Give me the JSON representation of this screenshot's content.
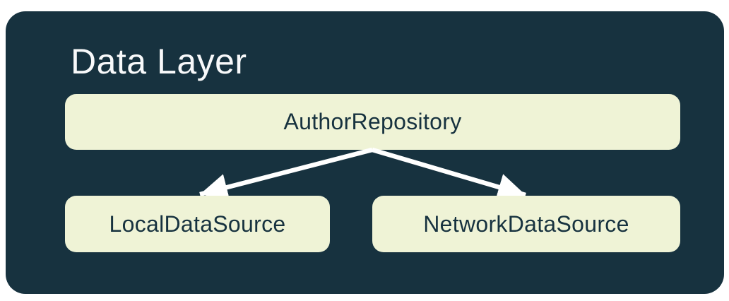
{
  "diagram": {
    "title": "Data Layer",
    "nodes": {
      "repository": {
        "label": "AuthorRepository"
      },
      "local": {
        "label": "LocalDataSource"
      },
      "network": {
        "label": "NetworkDataSource"
      }
    },
    "edges": [
      {
        "from": "AuthorRepository",
        "to": "LocalDataSource"
      },
      {
        "from": "AuthorRepository",
        "to": "NetworkDataSource"
      }
    ],
    "colors": {
      "page_bg": "#ffffff",
      "container_bg": "#17323F",
      "node_bg": "#EFF3D6",
      "node_text": "#17323F",
      "title_text": "#F8F9FA",
      "arrow": "#FFFFFF"
    }
  }
}
